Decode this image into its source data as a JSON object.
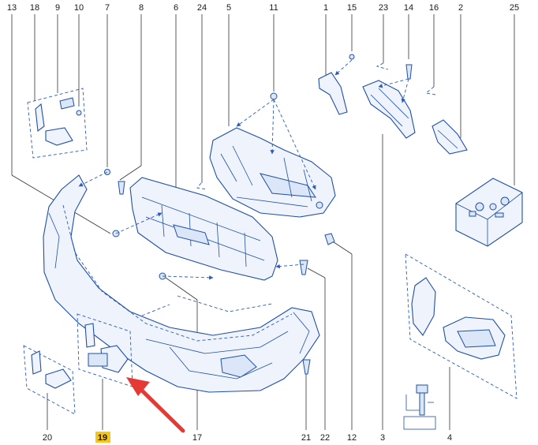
{
  "diagram": {
    "highlight_color": "#f5c518",
    "arrow_color": "#e53935",
    "line_color": "#1f4fa8",
    "callouts_top": [
      "18",
      "9",
      "10",
      "7",
      "8",
      "6",
      "24",
      "5",
      "11",
      "1",
      "15",
      "23",
      "14",
      "16",
      "2",
      "25"
    ],
    "callouts_left": [
      "13"
    ],
    "callouts_bottom": [
      "20",
      "19",
      "17",
      "21",
      "22",
      "12",
      "3",
      "4"
    ],
    "highlighted_callout": "19",
    "icons": [
      "parts-box-icon",
      "bolt-detail-icon"
    ]
  }
}
